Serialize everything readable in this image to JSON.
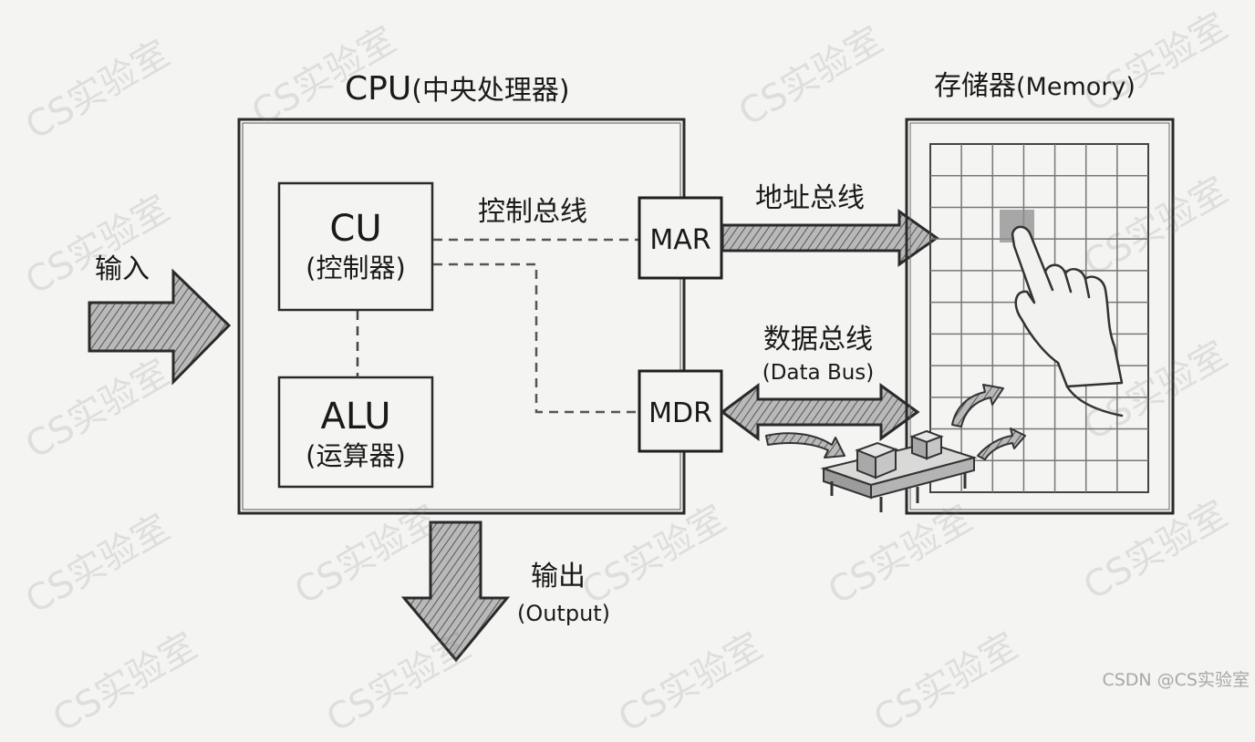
{
  "cpu": {
    "title": "CPU",
    "title_cn": "(中央处理器)"
  },
  "memory": {
    "title": "存储器",
    "title_en": "(Memory)"
  },
  "cu": {
    "name": "CU",
    "cn": "(控制器)"
  },
  "alu": {
    "name": "ALU",
    "cn": "(运算器)"
  },
  "registers": {
    "mar": "MAR",
    "mdr": "MDR"
  },
  "buses": {
    "control": "控制总线",
    "address": "地址总线",
    "data": "数据总线",
    "data_en": "(Data Bus)"
  },
  "io": {
    "input": "输入",
    "output": "输出",
    "output_en": "(Output)"
  },
  "watermark": "CS实验室",
  "credit": "CSDN @CS实验室",
  "colors": {
    "background": "#f4f4f2",
    "ink": "#1c1c1c",
    "arrow_fill": "#9a9a9a",
    "watermark": "#bdbdbd"
  }
}
